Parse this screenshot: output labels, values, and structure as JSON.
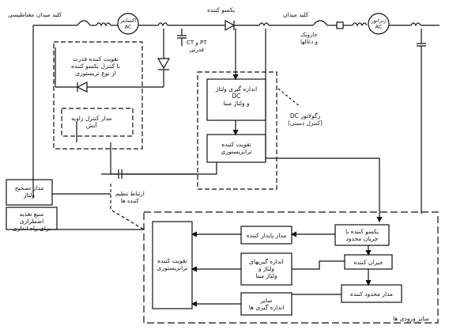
{
  "top": {
    "exciter_field_breaker": "کلید میدان مغناطیسی",
    "exciter_ac": "اکسایتر\nAC",
    "rectifier": "یکسو کننده",
    "field_breaker": "کلید میدان",
    "generator_ac": "ژنراتور\nAC",
    "brushes_slip_rings": "جاروبک\nو ذغالها",
    "pt_ct_power": "PT و CT\nقدرتی"
  },
  "blocks": {
    "power_amp_thyristor": "تقویت کننده قدرت\nبا کنترل یکسو کننده\nاز نوع تریستوری",
    "angle_control": "مدار کنترل زاویه\nآتش",
    "dc_voltage_measure": "اندازه گیری ولتاژ\nDC\nو ولتاژ مبنا",
    "transistor_amp_small": "تقویت کننده\nترانزیستوری",
    "dc_regulator": "رگولاتور DC\n(کنترل دستی)",
    "voltage_correction": "مدار تصحیح\nولتاژ",
    "startup_supply": "منبع تغذیه اضطراری\nبرای راه اندازی",
    "regulator_link": "ارتباط تنظیم\nکننده ها",
    "stabilizer": "مدار پایدار کننده",
    "transistor_amp_main": "تقویت کننده\nترانزیستوری",
    "voltage_measure_ref": "اندازه گیریهای\nولتاژ و\nولتاژ مبنا",
    "other_measurements": "سایر\nاندازه گیری ها",
    "rectifier_current_limit": "یکسو کننده با\nجریان محدود",
    "compensator": "جبران کننده",
    "limiter": "مدار محدود کننده",
    "other_inputs": "سایر ورودی ها"
  }
}
